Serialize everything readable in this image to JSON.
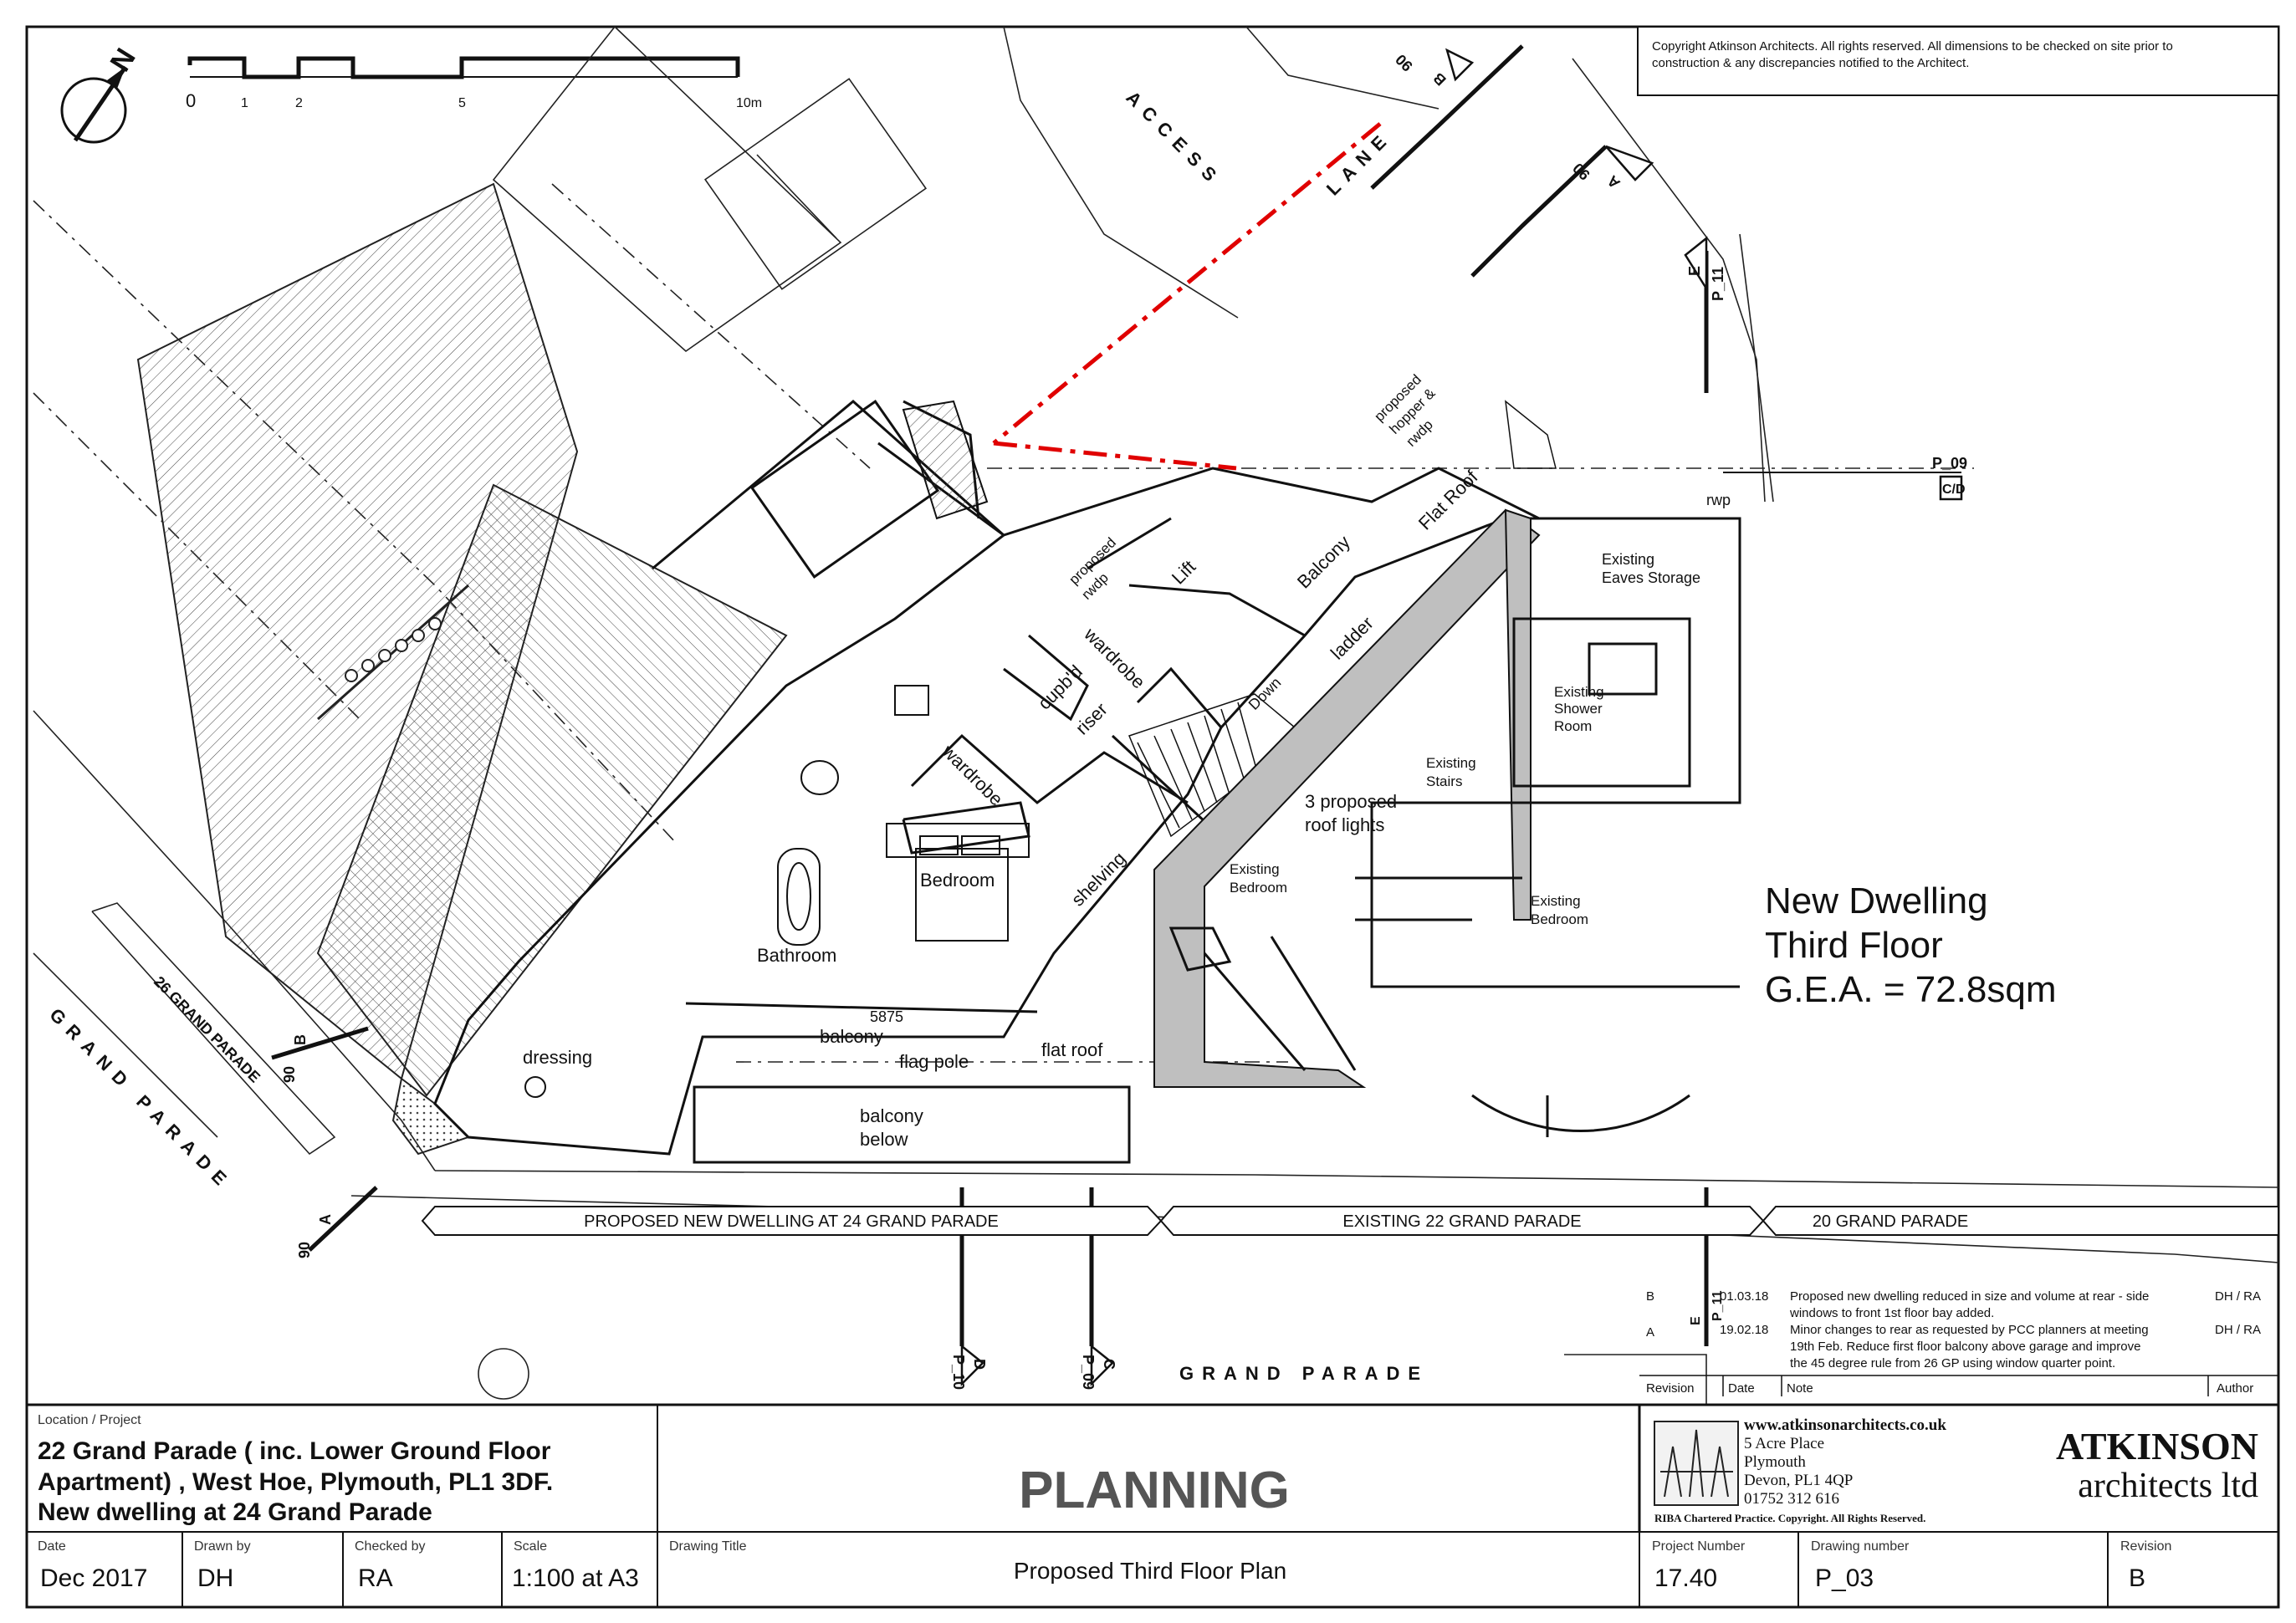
{
  "copyright": {
    "line1": "Copyright Atkinson Architects. All rights reserved. All dimensions to be checked on site prior to",
    "line2": "construction & any discrepancies notified to the Architect."
  },
  "scale_bar": {
    "ticks": [
      "0",
      "1",
      "2",
      "5",
      "10m"
    ]
  },
  "north_label": "N",
  "roads": {
    "access_lane_a": "ACCESS",
    "access_lane_b": "LANE",
    "grand_parade_left": "GRAND PARADE",
    "grand_parade_bottom": "GRAND PARADE",
    "no26": "26 GRAND PARADE"
  },
  "rooms": {
    "balcony": "Balcony",
    "flat_roof_top": "Flat Roof",
    "proposed_hopper_a": "proposed",
    "proposed_hopper_b": "hopper &",
    "proposed_hopper_c": "rwdp",
    "proposed_rwdp_a": "proposed",
    "proposed_rwdp_b": "rwdp",
    "lift": "Lift",
    "ladder": "ladder",
    "wardrobe_top": "wardrobe",
    "cupbd": "cupb'd",
    "riser": "riser",
    "down": "Down",
    "wardrobe_low": "wardrobe",
    "bedroom": "Bedroom",
    "shelving": "shelving",
    "bathroom": "Bathroom",
    "dimension": "5875",
    "dressing": "dressing",
    "balcony_small": "balcony",
    "flag_pole": "flag pole",
    "flat_roof_low": "flat roof",
    "balcony_below_a": "balcony",
    "balcony_below_b": "below",
    "rwp": "rwp",
    "eaves_a": "Existing",
    "eaves_b": "Eaves Storage",
    "shower_a": "Existing",
    "shower_b": "Shower",
    "shower_c": "Room",
    "stairs_a": "Existing",
    "stairs_b": "Stairs",
    "rooflights_a": "3 proposed",
    "rooflights_b": "roof lights",
    "exist_bed1_a": "Existing",
    "exist_bed1_b": "Bedroom",
    "exist_bed2_a": "Existing",
    "exist_bed2_b": "Bedroom"
  },
  "section_markers": {
    "p09_b": "P_09",
    "p09_b_code": "C/D",
    "b90_top_a": "B",
    "b90_top_b": "90",
    "a90_top_a": "A",
    "a90_top_b": "90",
    "e_p11": "E",
    "p11": "P_11",
    "b90_left_a": "B",
    "b90_left_b": "90",
    "a90_left_a": "A",
    "a90_left_b": "90",
    "d_p10": "D",
    "p10": "P_10",
    "c_p09": "C",
    "p09": "P_09",
    "e_p11_low": "E",
    "p11_low": "P_11"
  },
  "summary": {
    "line1": "New Dwelling",
    "line2": "Third Floor",
    "line3": "G.E.A. = 72.8sqm"
  },
  "frontage": {
    "seg1": "PROPOSED NEW DWELLING AT 24 GRAND PARADE",
    "seg2": "EXISTING 22 GRAND PARADE",
    "seg3": "20  GRAND PARADE"
  },
  "revisions": {
    "rows": [
      {
        "rev": "B",
        "date": "01.03.18",
        "note1": "Proposed new dwelling reduced in size and volume at rear - side",
        "note2": "windows to front 1st floor bay added.",
        "note3": "",
        "author": "DH / RA"
      },
      {
        "rev": "A",
        "date": "19.02.18",
        "note1": "Minor changes to rear as requested by PCC planners at meeting",
        "note2": "19th Feb. Reduce first floor balcony above garage and improve",
        "note3": "the 45 degree rule from 26 GP using window quarter point.",
        "author": "DH / RA"
      }
    ],
    "headers": {
      "rev": "Revision",
      "date": "Date",
      "note": "Note",
      "author": "Author"
    }
  },
  "title_block": {
    "location_label": "Location / Project",
    "project_line1": "22 Grand Parade  ( inc. Lower Ground Floor",
    "project_line2": "Apartment)  , West Hoe, Plymouth, PL1 3DF.",
    "project_line3": "New dwelling at 24 Grand Parade",
    "stage": "PLANNING",
    "firm_web": "www.atkinsonarchitects.co.uk",
    "firm_addr1": "5 Acre Place",
    "firm_addr2": "Plymouth",
    "firm_addr3": "Devon, PL1 4QP",
    "firm_phone": "01752 312 616",
    "firm_riba": "RIBA Chartered Practice. Copyright. All Rights Reserved.",
    "firm_name1": "ATKINSON",
    "firm_name2": "architects ltd",
    "date_label": "Date",
    "date": "Dec 2017",
    "drawn_label": "Drawn by",
    "drawn": "DH",
    "checked_label": "Checked by",
    "checked": "RA",
    "scale_label": "Scale",
    "scale": "1:100 at A3",
    "title_label": "Drawing Title",
    "title": "Proposed Third Floor Plan",
    "project_no_label": "Project Number",
    "project_no": "17.40",
    "drawing_no_label": "Drawing number",
    "drawing_no": "P_03",
    "revision_label": "Revision",
    "revision": "B"
  }
}
